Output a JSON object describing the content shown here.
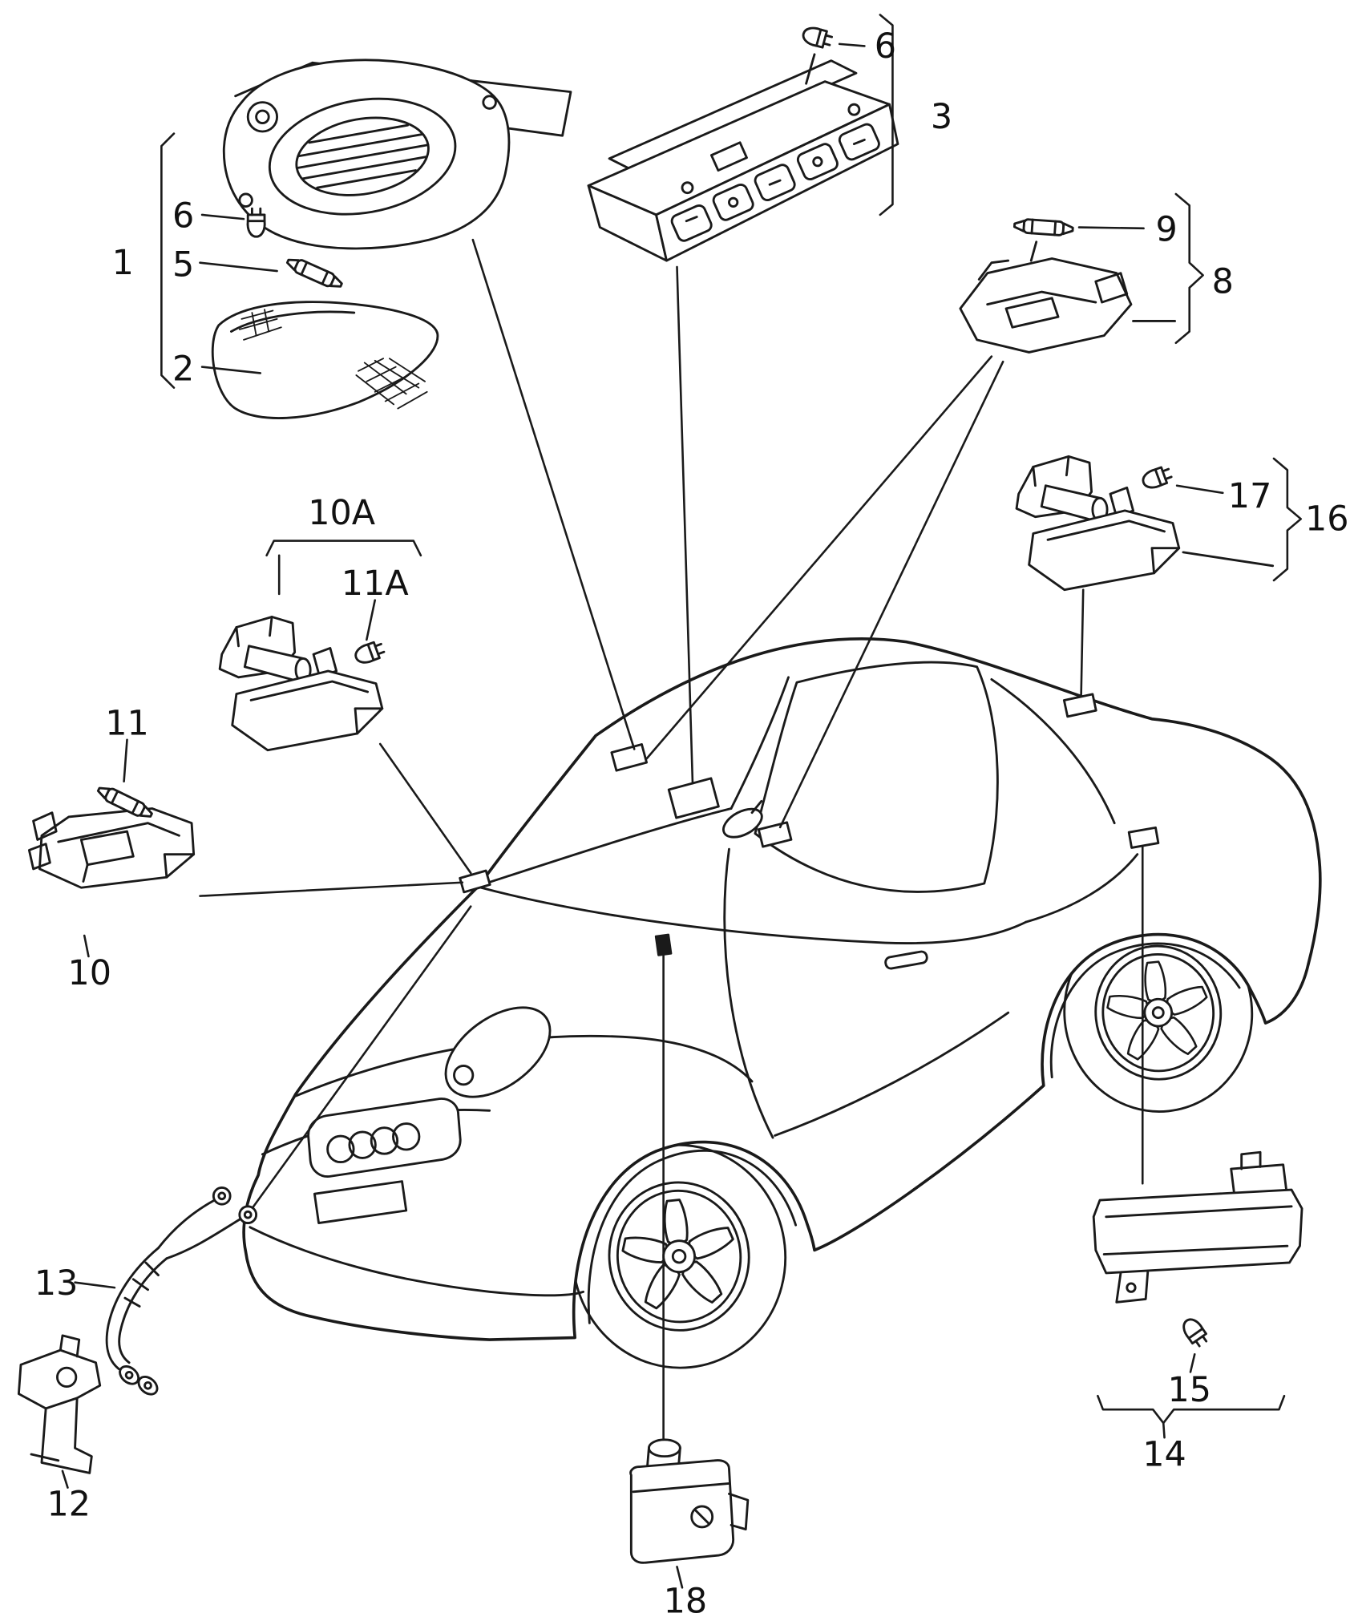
{
  "diagram": {
    "background": "#ffffff",
    "line_color": "#1a1a1a",
    "callouts": {
      "c1": "1",
      "c2": "2",
      "c3": "3",
      "c5": "5",
      "c6a": "6",
      "c6b": "6",
      "c8": "8",
      "c9": "9",
      "c10": "10",
      "c10a": "10A",
      "c11": "11",
      "c11a": "11A",
      "c12": "12",
      "c13": "13",
      "c14": "14",
      "c15": "15",
      "c16": "16",
      "c17": "17",
      "c18": "18"
    },
    "parts": [
      {
        "callout": "1",
        "icon": "overhead-interior-light-module-icon"
      },
      {
        "callout": "2",
        "icon": "light-lens-cover-icon"
      },
      {
        "callout": "3",
        "icon": "roof-switch-console-icon"
      },
      {
        "callout": "5",
        "icon": "festoon-bulb-icon"
      },
      {
        "callout": "6",
        "icon": "wedge-bulb-icon"
      },
      {
        "callout": "8",
        "icon": "interior-lamp-housing-icon"
      },
      {
        "callout": "9",
        "icon": "festoon-bulb-icon"
      },
      {
        "callout": "10",
        "icon": "footwell-lamp-housing-icon"
      },
      {
        "callout": "10A",
        "icon": "lamp-with-socket-icon"
      },
      {
        "callout": "11",
        "icon": "festoon-bulb-icon"
      },
      {
        "callout": "11A",
        "icon": "wedge-bulb-icon"
      },
      {
        "callout": "12",
        "icon": "switch-bracket-icon"
      },
      {
        "callout": "13",
        "icon": "wiring-harness-icon"
      },
      {
        "callout": "14",
        "icon": "luggage-compartment-lamp-icon"
      },
      {
        "callout": "15",
        "icon": "wedge-bulb-icon"
      },
      {
        "callout": "16",
        "icon": "lamp-with-socket-icon"
      },
      {
        "callout": "17",
        "icon": "wedge-bulb-icon"
      },
      {
        "callout": "18",
        "icon": "door-contact-switch-icon"
      }
    ]
  }
}
